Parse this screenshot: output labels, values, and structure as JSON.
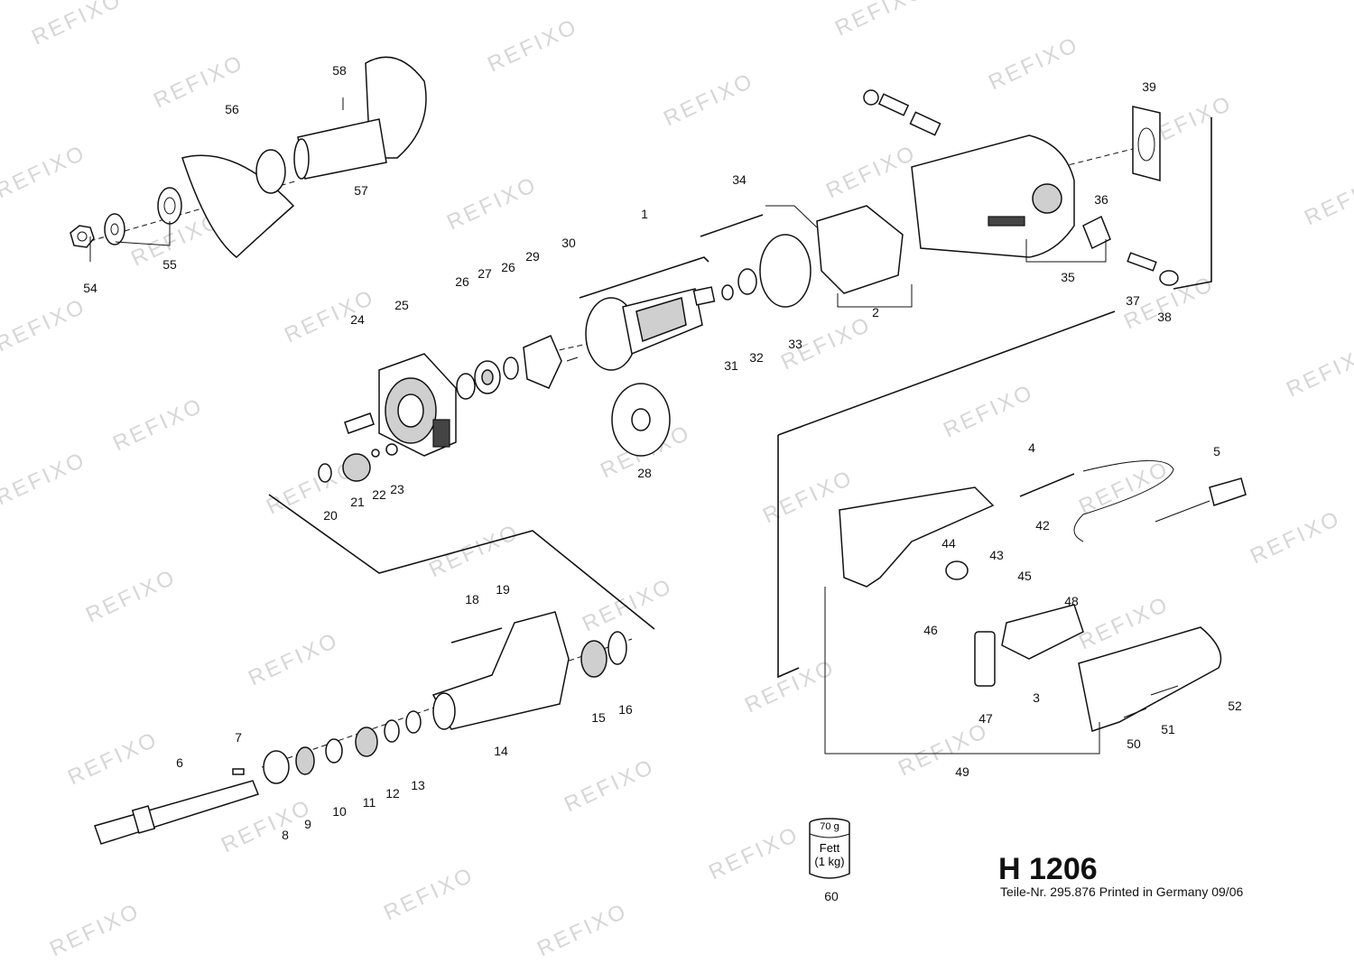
{
  "document": {
    "model": "H 1206",
    "footer": "Teile-Nr. 295.876 Printed in Germany 09/06",
    "watermark": "REFIXO"
  },
  "grease": {
    "amount": "70 g",
    "label": "Fett",
    "sub": "(1 kg)",
    "number": "60"
  },
  "parts": [
    "1",
    "2",
    "3",
    "4",
    "5",
    "6",
    "7",
    "8",
    "9",
    "10",
    "11",
    "12",
    "13",
    "14",
    "15",
    "16",
    "18",
    "19",
    "20",
    "21",
    "22",
    "23",
    "24",
    "25",
    "26",
    "27",
    "28",
    "29",
    "30",
    "31",
    "32",
    "33",
    "34",
    "35",
    "36",
    "37",
    "38",
    "39",
    "42",
    "43",
    "44",
    "45",
    "46",
    "47",
    "48",
    "49",
    "50",
    "51",
    "52",
    "54",
    "55",
    "56",
    "57",
    "58"
  ]
}
